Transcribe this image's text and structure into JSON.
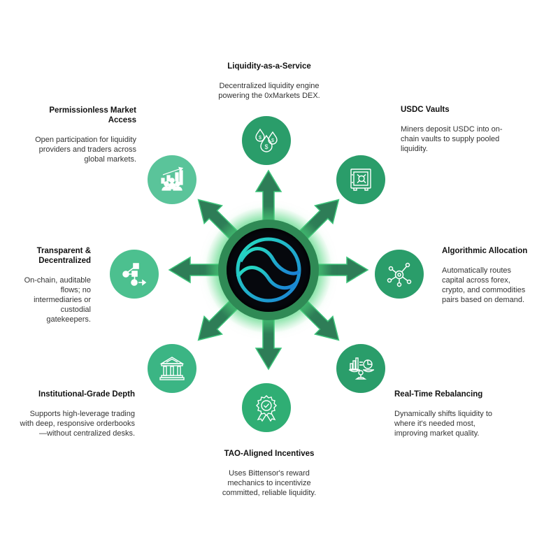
{
  "diagram": {
    "center": {
      "name": "liquidity-hub-logo",
      "colors": {
        "ring": "#2f8a55",
        "glow": "#46d278",
        "core": "#06080d",
        "logo_start": "#27e0c0",
        "logo_end": "#1a7fd4"
      }
    },
    "arrow_color": "#2e7d57",
    "arrow_edge": "#3cc47a",
    "features": [
      {
        "id": "liquidity-as-a-service",
        "title": "Liquidity-as-a-Service",
        "description": "Decentralized liquidity engine powering the 0xMarkets DEX.",
        "icon": "money-drops-icon",
        "color": "#2a9d6a"
      },
      {
        "id": "usdc-vaults",
        "title": "USDC Vaults",
        "description": "Miners deposit USDC into on-chain vaults to supply pooled liquidity.",
        "icon": "vault-icon",
        "color": "#2a9d6a"
      },
      {
        "id": "algorithmic-allocation",
        "title": "Algorithmic Allocation",
        "description": "Automatically routes capital across forex, crypto, and commodities pairs based on demand.",
        "icon": "network-hub-icon",
        "color": "#2a9d6a"
      },
      {
        "id": "real-time-rebalancing",
        "title": "Real-Time Rebalancing",
        "description": "Dynamically shifts liquidity to where it's needed most, improving market quality.",
        "icon": "balance-scale-icon",
        "color": "#2a9d6a"
      },
      {
        "id": "tao-aligned-incentives",
        "title": "TAO-Aligned Incentives",
        "description": "Uses Bittensor's reward mechanics to incentivize committed, reliable liquidity.",
        "icon": "award-badge-icon",
        "color": "#2fae74"
      },
      {
        "id": "institutional-grade-depth",
        "title": "Institutional-Grade Depth",
        "description": "Supports high-leverage trading with deep, responsive orderbooks—without centralized desks.",
        "icon": "bank-building-icon",
        "color": "#3bb584"
      },
      {
        "id": "transparent-decentralized",
        "title": "Transparent & Decentralized",
        "description": "On-chain, auditable flows; no intermediaries or custodial gatekeepers.",
        "icon": "flowchart-icon",
        "color": "#4cc08f"
      },
      {
        "id": "permissionless-market-access",
        "title": "Permissionless Market Access",
        "description": "Open participation for liquidity providers and traders across global markets.",
        "icon": "growth-community-icon",
        "color": "#5ac49a"
      }
    ]
  }
}
